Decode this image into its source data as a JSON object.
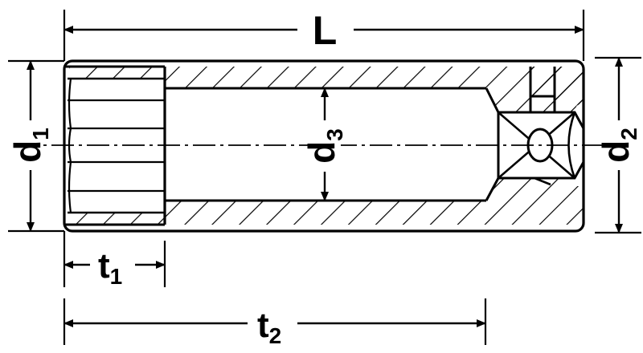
{
  "colors": {
    "ink": "#000000",
    "paper": "#ffffff"
  },
  "labels": {
    "L": {
      "main": "L",
      "sub": ""
    },
    "d1": {
      "main": "d",
      "sub": "1"
    },
    "d2": {
      "main": "d",
      "sub": "2"
    },
    "d3": {
      "main": "d",
      "sub": "3"
    },
    "t1": {
      "main": "t",
      "sub": "1"
    },
    "t2": {
      "main": "t",
      "sub": "2"
    }
  }
}
